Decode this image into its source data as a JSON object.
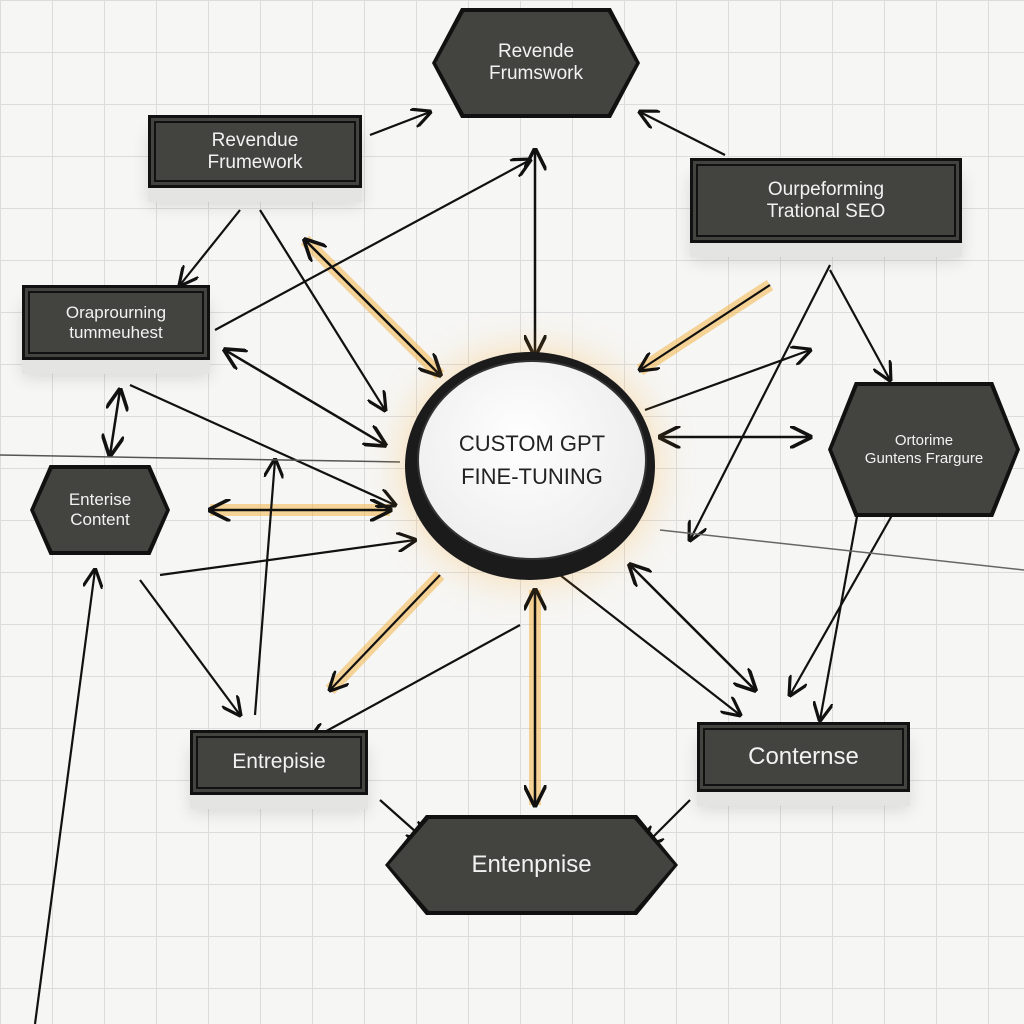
{
  "diagram": {
    "hub": {
      "line1": "CUSTOM GPT",
      "line2": "FINE-TUNING"
    },
    "nodes": [
      {
        "id": "top",
        "line1": "Revende",
        "line2": "Frumswork"
      },
      {
        "id": "left-top",
        "line1": "Revendue",
        "line2": "Frumework"
      },
      {
        "id": "right-top",
        "line1": "Ourpeforming",
        "line2": "Trational SEO"
      },
      {
        "id": "left-mid",
        "line1": "Oraprourning",
        "line2": "tummeuhest"
      },
      {
        "id": "right-mid",
        "line1": "Ortorime",
        "line2": "Guntens Frargure"
      },
      {
        "id": "left-low",
        "line1": "Enterise",
        "line2": "Content"
      },
      {
        "id": "bottom-left",
        "line1": "Entrepisie",
        "line2": ""
      },
      {
        "id": "bottom-right",
        "line1": "Conternse",
        "line2": ""
      },
      {
        "id": "bottom",
        "line1": "Entenpnise",
        "line2": ""
      }
    ],
    "colors": {
      "node": "#43443f",
      "highlight": "#f5a623",
      "line": "#111111"
    }
  }
}
